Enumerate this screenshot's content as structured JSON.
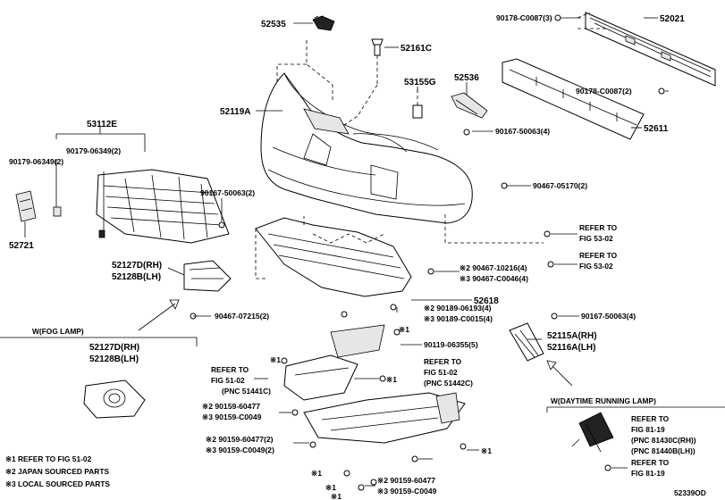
{
  "diagram_id": "52339OD",
  "parts": {
    "p52535": "52535",
    "p52161c": "52161C",
    "p53155g": "53155G",
    "p52536": "52536",
    "p52119a": "52119A",
    "p53112e": "53112E",
    "p90179_06349_a": "90179-06349(2)",
    "p90179_06349_b": "90179-06349(2)",
    "p52721": "52721",
    "p90167_50063_a": "90167-50063(2)",
    "p90167_50063_b": "90167-50063(4)",
    "p90467_05170": "90467-05170(2)",
    "p90178_c0087_a": "90178-C0087(3)",
    "p52021": "52021",
    "p90178_c0087_b": "90178-C0087(2)",
    "p52611": "52611",
    "p52127d_rh_top": "52127D(RH)",
    "p52128b_lh_top": "52128B(LH)",
    "p90467_07215": "90467-07215(2)",
    "p90467_10216": "※2 90467-10216(4)",
    "p90467_c0046": "※3 90467-C0046(4)",
    "p52618": "52618",
    "p90189_06193": "※2 90189-06193(4)",
    "p90189_c0015": "※3 90189-C0015(4)",
    "p90167_50063_c": "90167-50063(4)",
    "p90119_06355": "90119-06355(5)",
    "p52115a": "52115A(RH)",
    "p52116a": "52116A(LH)",
    "p52127d_rh_fog": "52127D(RH)",
    "p52128b_lh_fog": "52128B(LH)",
    "p90159_60477_a": "※2 90159-60477",
    "p90159_c0049_a": "※3 90159-C0049",
    "p90159_60477_b": "※2 90159-60477(2)",
    "p90159_c0049_b": "※3 90159-C0049(2)",
    "p90159_60477_c": "※2 90159-60477",
    "p90159_c0049_c": "※3 90159-C0049"
  },
  "marks": {
    "m1": "※1",
    "m1b": "※1",
    "m1c": "※1",
    "m1d": "※1",
    "m1e": "※1",
    "m1f": "※1",
    "m1g": "※1"
  },
  "refs": {
    "ref_53_02_a_1": "REFER TO",
    "ref_53_02_a_2": "FIG 53-02",
    "ref_53_02_b_1": "REFER TO",
    "ref_53_02_b_2": "FIG 53-02",
    "ref_51_02_left_1": "REFER TO",
    "ref_51_02_left_2": "FIG 51-02",
    "ref_51_02_left_3": "(PNC 51441C)",
    "ref_51_02_right_1": "REFER TO",
    "ref_51_02_right_2": "FIG 51-02",
    "ref_51_02_right_3": "(PNC 51442C)",
    "ref_81_19_a_1": "REFER TO",
    "ref_81_19_a_2": "FIG 81-19",
    "ref_81_19_a_3": "(PNC 81430C(RH))",
    "ref_81_19_a_4": "(PNC 81440B(LH))",
    "ref_81_19_b_1": "REFER TO",
    "ref_81_19_b_2": "FIG 81-19"
  },
  "groups": {
    "fog_lamp": "W(FOG LAMP)",
    "drl": "W(DAYTIME RUNNING LAMP)"
  },
  "legend": {
    "l1": "※1  REFER TO FIG 51-02",
    "l2": "※2 JAPAN SOURCED PARTS",
    "l3": "※3 LOCAL SOURCED PARTS"
  }
}
